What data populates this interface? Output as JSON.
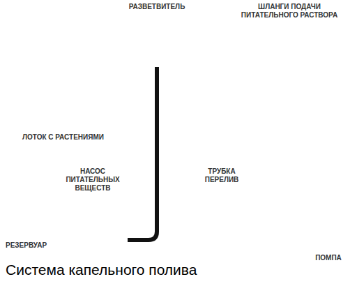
{
  "diagram": {
    "caption": "Система капельного полива",
    "nodes": [
      {
        "text": [
          "РАЗВЕТВИТЕЛЬ"
        ]
      },
      {
        "text": [
          "ЛОТОК С РАСТЕНИЯМИ"
        ]
      },
      {
        "text": [
          "РЕЗЕРВУАР"
        ]
      },
      {
        "text": [
          "НАСОС ПИТАТЕЛЬНЫХ ВЕЩЕСТВ"
        ],
        "in": 2
      },
      {
        "text": [
          "ПОМПА"
        ]
      }
    ],
    "edges": [
      {
        "from": 3,
        "to": 0,
        "arrow": "none"
      }
    ],
    "labels": [
      "ШЛАНГИ ПОДАЧИ ПИТАТЕЛЬНОГО РАСТВОРА",
      "ТРУБКА ПЕРЕЛИВ"
    ]
  }
}
